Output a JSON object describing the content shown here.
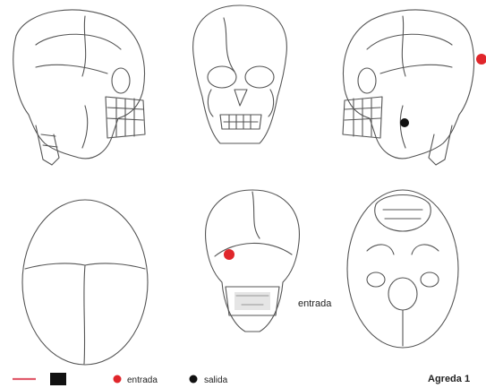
{
  "diagram": {
    "views": [
      {
        "id": "left-lateral"
      },
      {
        "id": "frontal"
      },
      {
        "id": "right-lateral"
      },
      {
        "id": "superior"
      },
      {
        "id": "posterior"
      },
      {
        "id": "inferior"
      }
    ],
    "posterior_label": "entrada"
  },
  "legend": {
    "line_color": "#e05a6a",
    "square_color": "#111111",
    "entrada_label": "entrada",
    "entrada_color": "#e0262b",
    "salida_label": "salida",
    "salida_color": "#111111",
    "case_label": "Agreda 1"
  }
}
